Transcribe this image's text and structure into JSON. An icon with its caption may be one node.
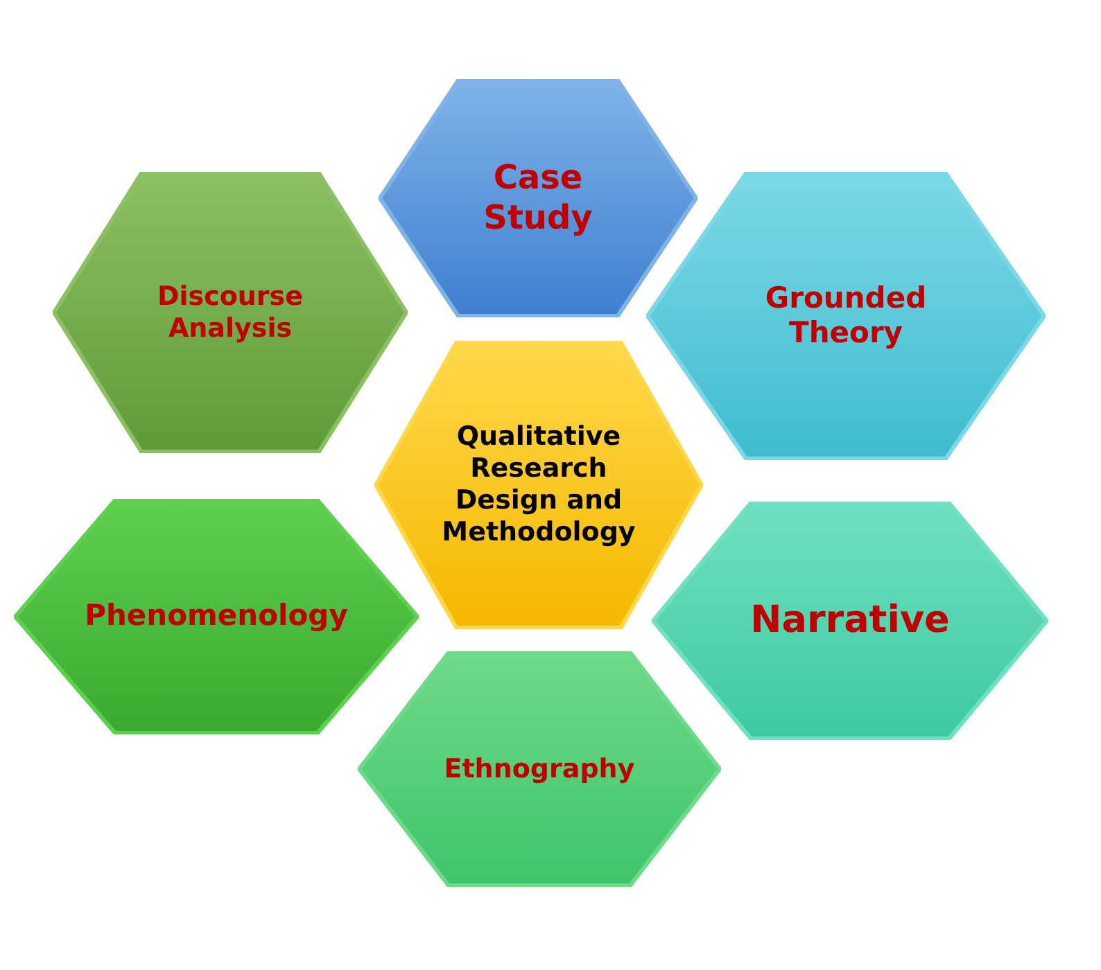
{
  "diagram": {
    "nodes": [
      {
        "text": [
          "Case Study"
        ]
      },
      {
        "text": [
          "Discourse Analysis"
        ]
      },
      {
        "text": [
          "Grounded Theory"
        ]
      },
      {
        "text": [
          "Qualitative Research Design and Methodology"
        ]
      },
      {
        "text": [
          "Phenomenology"
        ]
      },
      {
        "text": [
          "Narrative"
        ]
      },
      {
        "text": [
          "Ethnography"
        ]
      }
    ]
  }
}
